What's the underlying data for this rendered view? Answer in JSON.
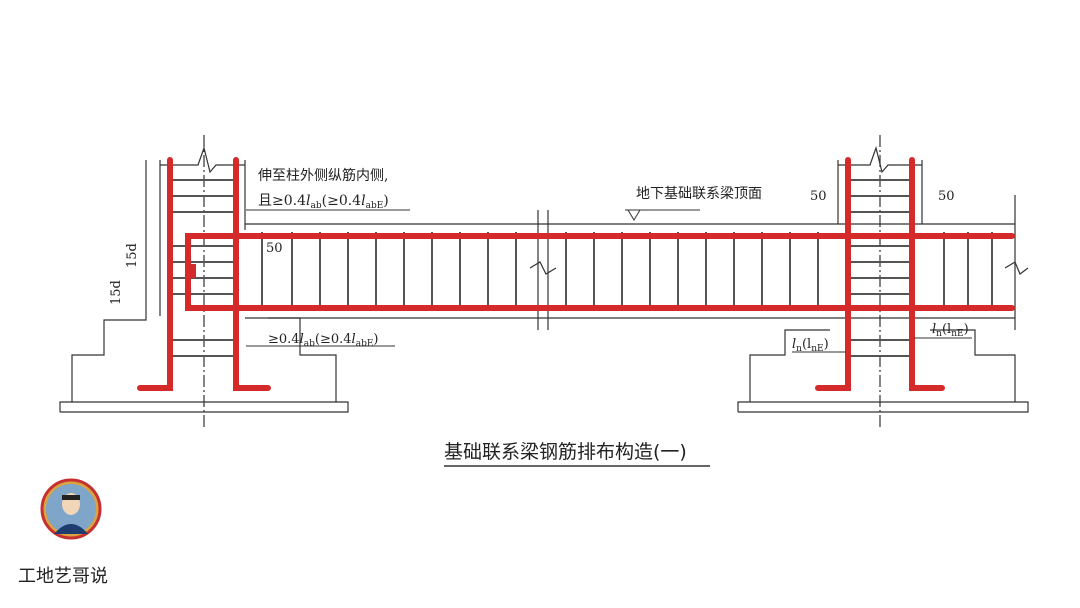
{
  "diagram": {
    "title": "基础联系梁钢筋排布构造(一)",
    "labels": {
      "note_line1": "伸至柱外侧纵筋内侧,",
      "note_line2_pre": "且≥0.4",
      "note_line2_lab": "l",
      "note_line2_sub1": "ab",
      "note_line2_mid": "(≥0.4",
      "note_line2_sub2": "abE",
      "note_line2_post": ")",
      "beam_top": "地下基础联系梁顶面",
      "dim_50_left": "50",
      "dim_50_right_a": "50",
      "dim_50_right_b": "50",
      "dim_15d_a": "15d",
      "dim_15d_b": "15d",
      "anchor_pre": "≥0.4",
      "anchor_sub1": "ab",
      "anchor_mid": "(≥0.4",
      "anchor_sub2": "abE",
      "anchor_post": ")",
      "ln_left": "l",
      "ln_left_sub": "n",
      "ln_left_paren": "(l",
      "ln_left_sub2": "nE",
      "ln_right": "l",
      "ln_right_sub": "n",
      "ln_right_paren": "(l",
      "ln_right_sub2": "nE",
      "close_paren": ")"
    },
    "colors": {
      "rebar": "#d42a2a",
      "line": "#333333"
    }
  },
  "author": {
    "name": "工地艺哥说",
    "avatar_icon": "person-avatar-icon"
  }
}
